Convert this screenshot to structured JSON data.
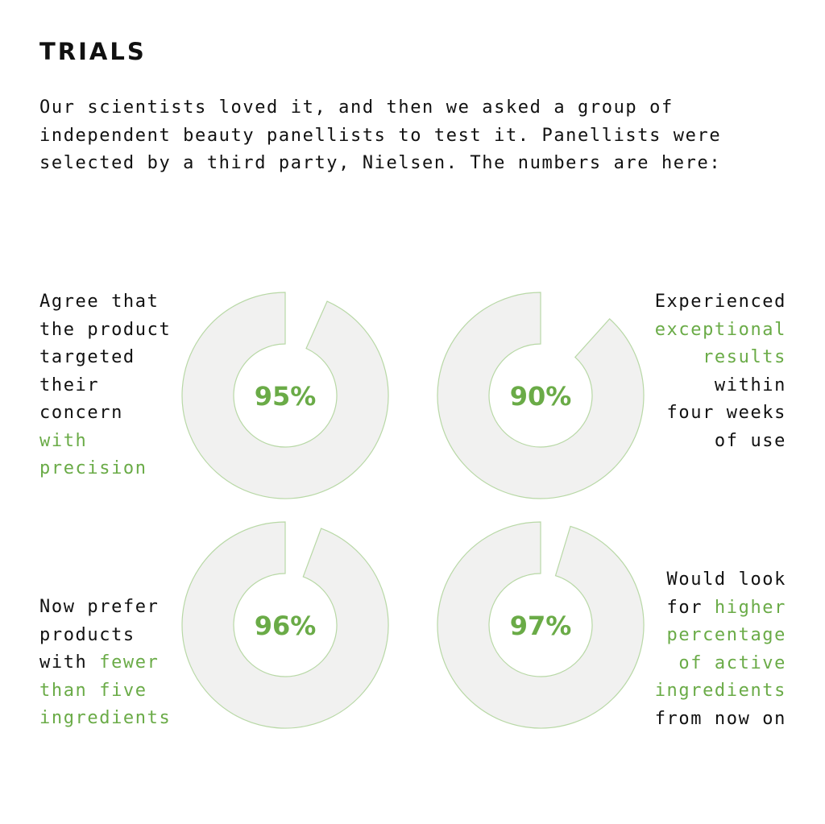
{
  "heading": "TRIALS",
  "intro": "Our scientists loved it, and then we asked a group of\nindependent beauty panellists to test it. Panellists were\nselected by a third party, Nielsen. The numbers are here:",
  "colors": {
    "accent": "#6aab47",
    "ring_fill": "#f1f1f0",
    "ring_stroke": "#b8d8a6",
    "text": "#111111"
  },
  "chart_data": {
    "type": "pie",
    "variant": "donut",
    "items": [
      {
        "value": 95,
        "label": "95%",
        "caption": [
          {
            "text": "Agree that\nthe product\ntargeted\ntheir\nconcern\n",
            "highlight": false
          },
          {
            "text": "with\nprecision",
            "highlight": true
          }
        ]
      },
      {
        "value": 90,
        "label": "90%",
        "caption": [
          {
            "text": "Experienced\n",
            "highlight": false
          },
          {
            "text": "exceptional\nresults",
            "highlight": true
          },
          {
            "text": "\nwithin\nfour weeks\nof use",
            "highlight": false
          }
        ]
      },
      {
        "value": 96,
        "label": "96%",
        "caption": [
          {
            "text": "Now prefer\nproducts\nwith ",
            "highlight": false
          },
          {
            "text": "fewer\nthan five\ningredients",
            "highlight": true
          }
        ]
      },
      {
        "value": 97,
        "label": "97%",
        "caption": [
          {
            "text": "Would look\nfor ",
            "highlight": false
          },
          {
            "text": "higher\npercentage\nof active\ningredients",
            "highlight": true
          },
          {
            "text": "\nfrom now on",
            "highlight": false
          }
        ]
      }
    ]
  }
}
